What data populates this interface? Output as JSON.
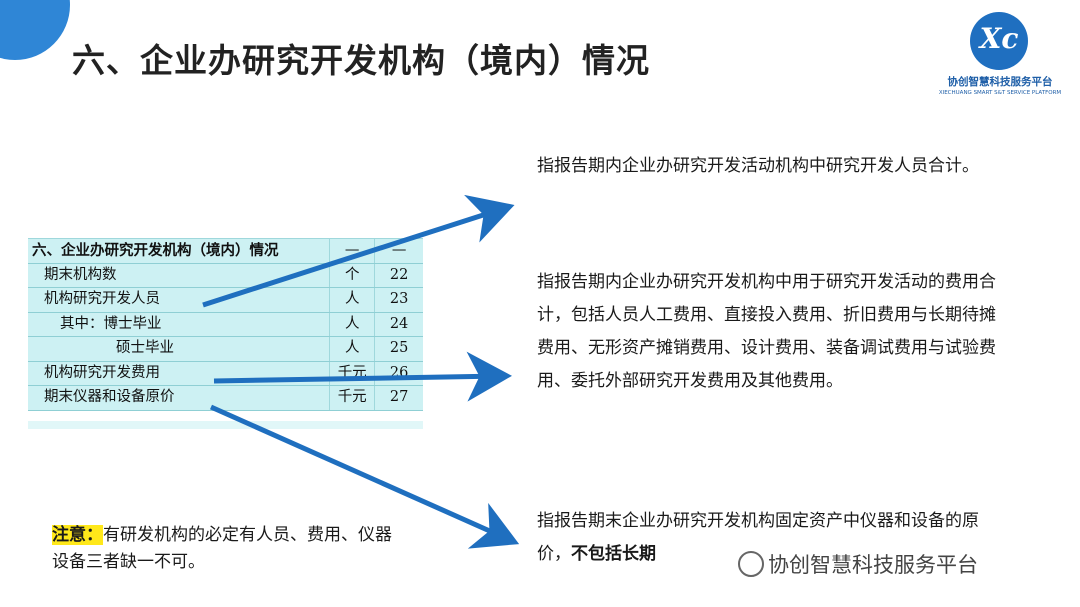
{
  "title": "六、企业办研究开发机构（境内）情况",
  "logo": {
    "mark": "Xc",
    "name": "协创智慧科技服务平台",
    "subname": "XIECHUANG SMART S&T SERVICE PLATFORM",
    "color": "#1f6fc0"
  },
  "table": {
    "header": {
      "label": "六、企业办研究开发机构（境内）情况",
      "unit": "—",
      "code": "—"
    },
    "rows": [
      {
        "label": "期末机构数",
        "unit": "个",
        "code": "22"
      },
      {
        "label": "机构研究开发人员",
        "unit": "人",
        "code": "23"
      },
      {
        "label": "其中：博士毕业",
        "unit": "人",
        "code": "24"
      },
      {
        "label": "硕士毕业",
        "unit": "人",
        "code": "25"
      },
      {
        "label": "机构研究开发费用",
        "unit": "千元",
        "code": "26"
      },
      {
        "label": "期末仪器和设备原价",
        "unit": "千元",
        "code": "27"
      }
    ]
  },
  "descriptions": {
    "personnel": "指报告期内企业办研究开发活动机构中研究开发人员合计。",
    "expense": "指报告期内企业办研究开发机构中用于研究开发活动的费用合计，包括人员人工费用、直接投入费用、折旧费用与长期待摊费用、无形资产摊销费用、设计费用、装备调试费用与试验费用、委托外部研究开发费用及其他费用。",
    "equipment_prefix": "指报告期末企业办研究开发机构固定资产中仪器和设备的原价，",
    "equipment_bold": "不包括长期"
  },
  "note": {
    "label": "注意：",
    "text": "有研发机构的必定有人员、费用、仪器设备三者缺一不可。"
  },
  "watermark": "协创智慧科技服务平台",
  "colors": {
    "accent": "#2f86d6",
    "arrow": "#1f6fbf",
    "table_bg": "#cdf1f3",
    "highlight": "#ffe81a"
  }
}
